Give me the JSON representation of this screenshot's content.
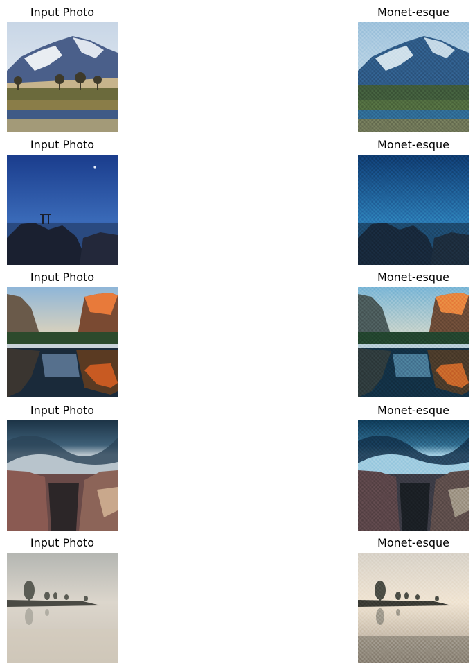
{
  "figure": {
    "rows": [
      {
        "left_title": "Input Photo",
        "right_title": "Monet-esque",
        "scene": "mountain-meadow"
      },
      {
        "left_title": "Input Photo",
        "right_title": "Monet-esque",
        "scene": "night-seascape-torii"
      },
      {
        "left_title": "Input Photo",
        "right_title": "Monet-esque",
        "scene": "valley-reflection"
      },
      {
        "left_title": "Input Photo",
        "right_title": "Monet-esque",
        "scene": "stormy-canyon"
      },
      {
        "left_title": "Input Photo",
        "right_title": "Monet-esque",
        "scene": "misty-lake-trees"
      }
    ]
  },
  "colors": {
    "background": "#ffffff",
    "text": "#000000"
  }
}
